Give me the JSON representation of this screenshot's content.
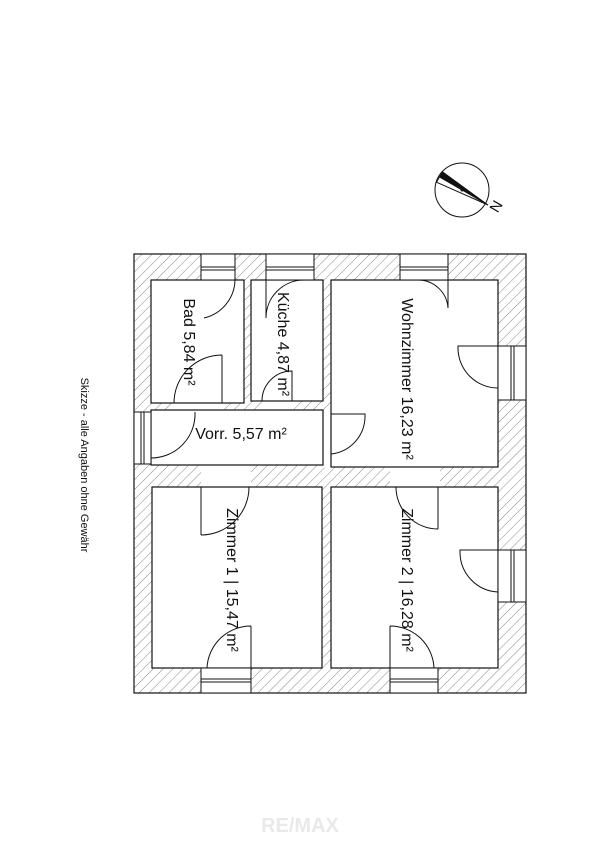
{
  "disclaimer": "Skizze - alle Angaben ohne Gewähr",
  "rooms": {
    "bad": "Bad 5,84 m²",
    "kueche": "Küche 4,87 m²",
    "wohnzimmer": "Wohnzimmer 16,23 m²",
    "vorraum": "Vorr. 5,57 m²",
    "zimmer1": "Zimmer 1 | 15,47 m²",
    "zimmer2": "Zimmer 2 | 16,28 m²"
  },
  "compass": {
    "letter": "N",
    "icon": "north-arrow-icon"
  },
  "watermark": "RE/MAX",
  "colors": {
    "line": "#111111",
    "hatch": "#7a7a7a",
    "watermark": "#e9e9e9"
  }
}
